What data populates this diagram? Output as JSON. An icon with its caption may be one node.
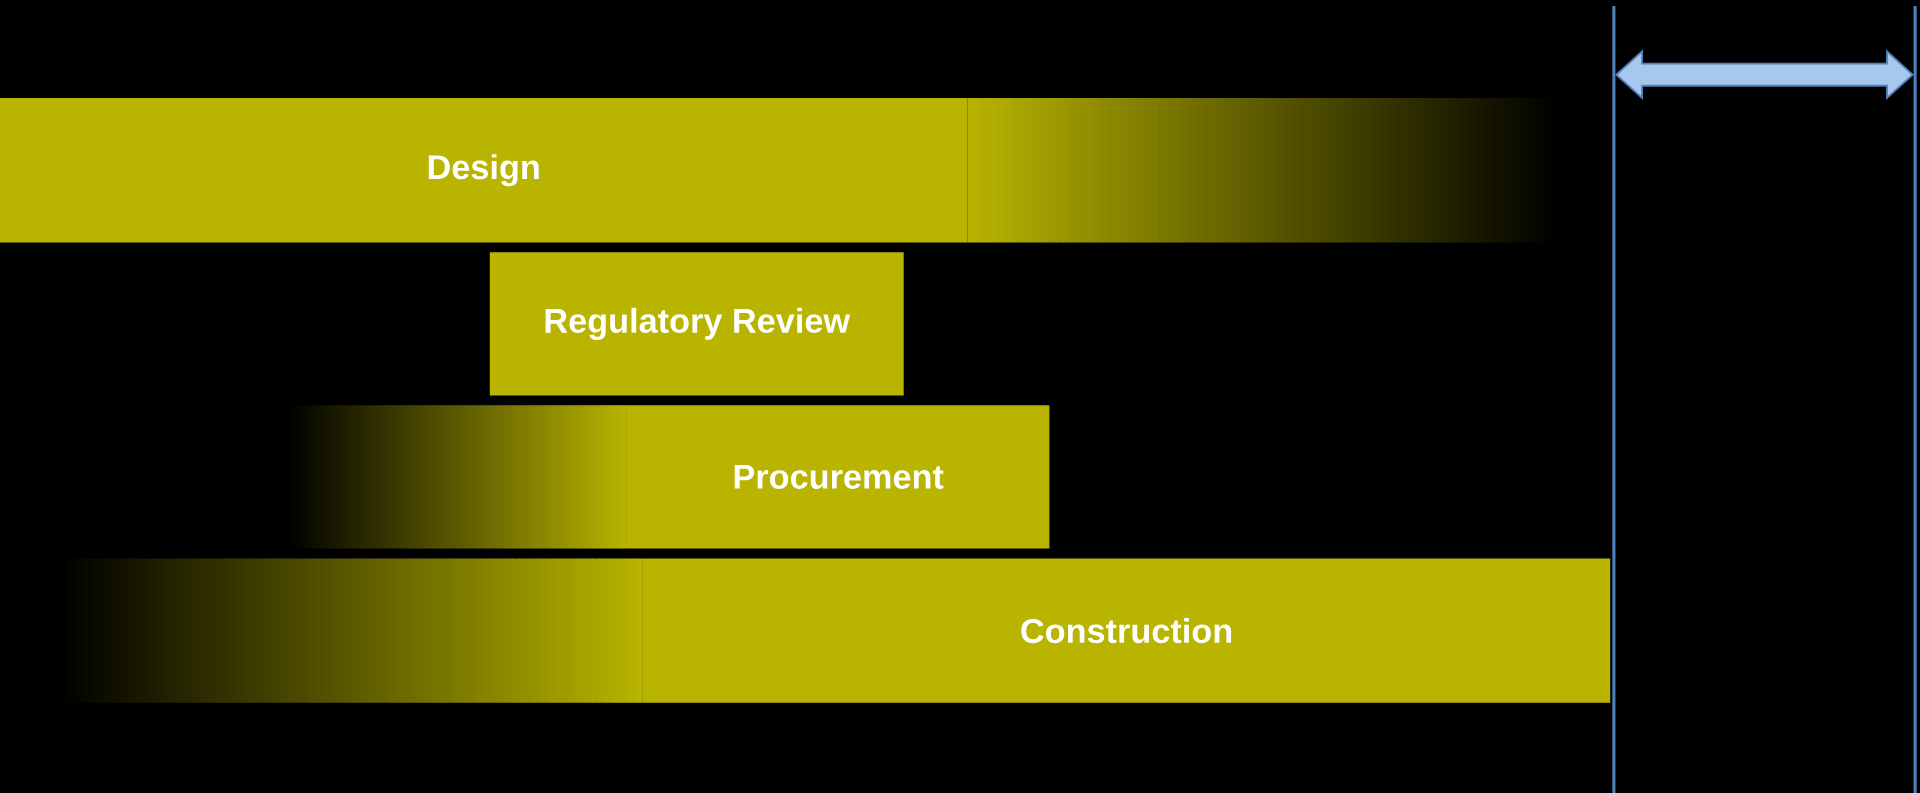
{
  "diagram": {
    "nodes": [
      {
        "text": [
          "Design"
        ]
      },
      {
        "text": [
          "Regulatory Review"
        ]
      },
      {
        "text": [
          "Procurement"
        ]
      },
      {
        "text": [
          "Construction"
        ]
      }
    ]
  }
}
